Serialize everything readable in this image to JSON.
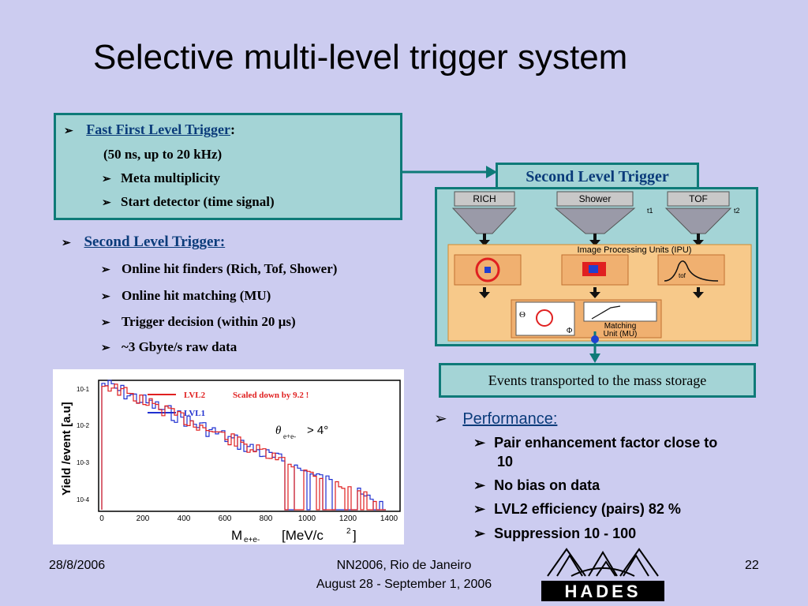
{
  "title": "Selective multi-level trigger system",
  "first_level": {
    "heading": "Fast First Level Trigger",
    "colon": ":",
    "subline": "(50 ns, up to 20 kHz)",
    "items": [
      "Meta multiplicity",
      "Start detector (time signal)"
    ]
  },
  "second_level": {
    "heading": "Second Level Trigger:",
    "items": [
      "Online hit finders  (Rich, Tof, Shower)",
      "Online hit matching (MU)",
      "Trigger decision (within 20 µs)",
      "~3 Gbyte/s raw data"
    ]
  },
  "diagram": {
    "title": "Second Level Trigger",
    "detectors": [
      "RICH",
      "Shower",
      "TOF"
    ],
    "t1": "t1",
    "t2": "t2",
    "ipu_label": "Image Processing Units (IPU)",
    "tof_sub": "tof",
    "theta": "Θ",
    "phi": "Φ",
    "mu_label_1": "Matching",
    "mu_label_2": "Unit (MU)"
  },
  "events_box": "Events transported to the mass storage",
  "plot": {
    "ylabel": "Yield /event [a.u]",
    "xlabel": "M",
    "xlabel_sub": "e+e-",
    "xlabel_unit": "[MeV/c",
    "xlabel_sup": "2",
    "xlabel_close": "]",
    "legend": [
      "LVL2",
      "LVL1"
    ],
    "note": "Scaled down by 9.2 !",
    "cut_theta": "θ",
    "cut_sub": "e+e-",
    "cut_rest": "> 4°",
    "yticks": [
      "10-1",
      "10-2",
      "10-3",
      "10-4"
    ],
    "xticks": [
      "0",
      "200",
      "400",
      "600",
      "800",
      "1000",
      "1200",
      "1400"
    ]
  },
  "performance": {
    "heading": "Performance:",
    "items": [
      "Pair enhancement factor  close to",
      "10",
      "No bias on data",
      "LVL2 efficiency (pairs) 82 %",
      "Suppression 10 - 100"
    ]
  },
  "footer": {
    "date": "28/8/2006",
    "conf_line1": "NN2006, Rio de Janeiro",
    "conf_line2": "August 28 - September 1, 2006",
    "page": "22",
    "logo_text": "HADES"
  },
  "colors": {
    "background": "#ccccf0",
    "box_fill": "#a4d4d6",
    "box_border": "#0e7a78",
    "link": "#0a3b7a",
    "lvl2": "#e02020",
    "lvl1": "#2030d0"
  }
}
